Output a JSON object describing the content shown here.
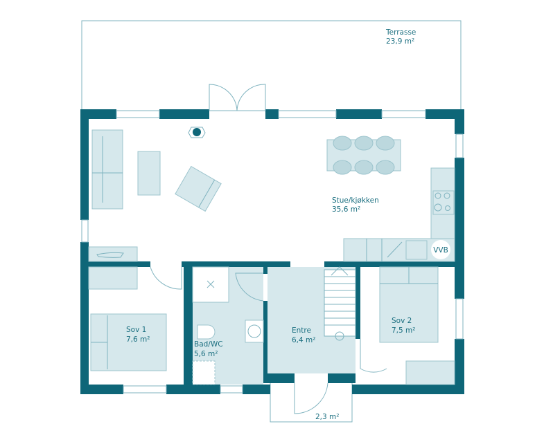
{
  "colors": {
    "wall": "#0e6678",
    "fill": "#d6e8ec",
    "text": "#1b6f80",
    "line": "#7fb3bf"
  },
  "rooms": [
    {
      "id": "terrasse",
      "name": "Terrasse",
      "area": "23,9 m²"
    },
    {
      "id": "stue",
      "name": "Stue/kjøkken",
      "area": "35,6 m²"
    },
    {
      "id": "sov1",
      "name": "Sov 1",
      "area": "7,6 m²"
    },
    {
      "id": "bad",
      "name": "Bad/WC",
      "area": "5,6 m²"
    },
    {
      "id": "entre",
      "name": "Entre",
      "area": "6,4 m²"
    },
    {
      "id": "sov2",
      "name": "Sov 2",
      "area": "7,5 m²"
    },
    {
      "id": "porch",
      "name": "",
      "area": "2,3 m²"
    }
  ],
  "fixtures": {
    "water_heater": "VVB"
  }
}
